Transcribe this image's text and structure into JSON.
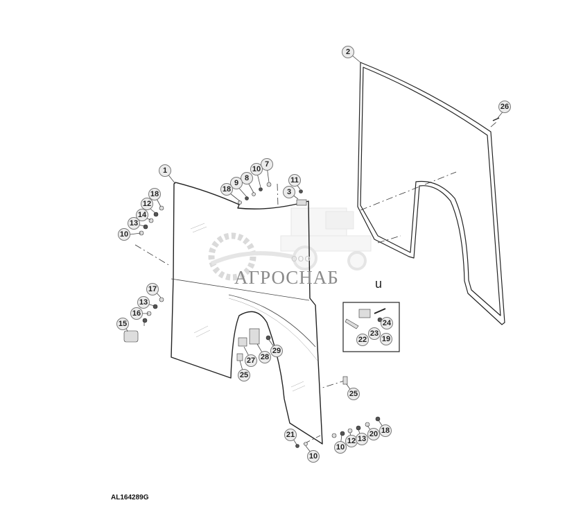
{
  "diagram": {
    "reference_code": "AL164289G",
    "watermark": {
      "company_prefix": "ООО",
      "company_name": "АГРОСНАБ"
    },
    "stray_text": "u",
    "callouts": [
      "1",
      "2",
      "3",
      "7",
      "8",
      "9",
      "10",
      "10",
      "10",
      "10",
      "11",
      "12",
      "12",
      "13",
      "13",
      "13",
      "14",
      "15",
      "16",
      "17",
      "18",
      "18",
      "18",
      "19",
      "20",
      "21",
      "22",
      "23",
      "24",
      "25",
      "25",
      "26",
      "27",
      "28",
      "29"
    ]
  }
}
